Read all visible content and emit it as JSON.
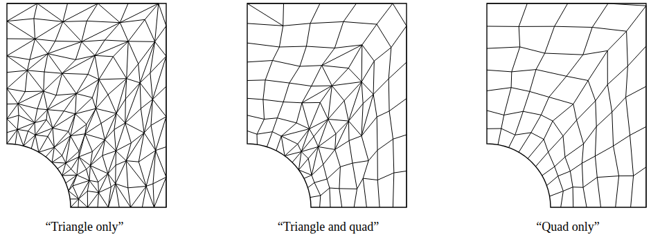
{
  "diagram": {
    "labels": [
      "“Triangle only”",
      "“Triangle and quad”",
      "“Quad only”"
    ]
  }
}
